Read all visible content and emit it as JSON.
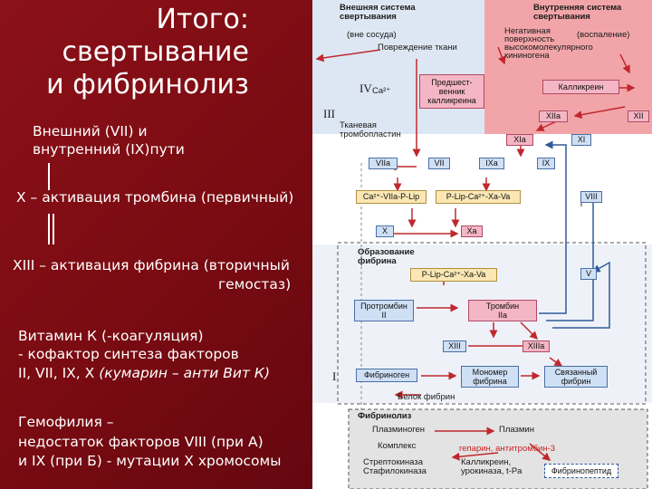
{
  "title": {
    "line1": "Итого:",
    "line2": "свертывание",
    "line3": "и фибринолиз"
  },
  "left": {
    "pathways_line1": "Внешний (VII) и",
    "pathways_line2": "внутренний (IX)пути",
    "x_activation": "X – активация тромбина (первичный)",
    "xiii_line1": "XIII – активация фибрина (вторичный",
    "xiii_line2": "гемостаз)",
    "vitk_line1": "Витамин К (-коагуляция)",
    "vitk_line2": "- кофактор синтеза факторов",
    "vitk_line3_normal": "II, VII, IX, X ",
    "vitk_line3_italic": "(кумарин – анти Вит К)",
    "hemo_line1": "Гемофилия –",
    "hemo_line2": "недостаток факторов VIII (при А)",
    "hemo_line3": "и IX (при Б) - мутации Х хромосомы"
  },
  "diagram": {
    "ext_header1": "Внешняя система",
    "ext_header2": "свертывания",
    "int_header1": "Внутренняя система",
    "int_header2": "свертывания",
    "outside_vessel": "(вне сосуда)",
    "inflammation": "(воспаление)",
    "tissue_damage": "Повреждение ткани",
    "negative_surface": [
      "Негативная",
      "поверхность",
      "высокомолекулярного",
      "кининогена"
    ],
    "prekallikrein": [
      "Предшест-",
      "венник",
      "калликреина"
    ],
    "kallikrein": "Калликреин",
    "roman_iv": "IV",
    "ca": "Ca²⁺",
    "roman_iii": "III",
    "roman_i": "I",
    "tissue_thromboplastin": [
      "Тканевая",
      "тромбопластин"
    ],
    "f_xiia": "XIIa",
    "f_xii": "XII",
    "f_xia": "XIa",
    "f_xi": "XI",
    "f_viia": "VIIa",
    "f_vii": "VII",
    "f_ixa": "IXa",
    "f_ix": "IX",
    "complex_ext": "Ca²⁺-VIIa-P-Lip",
    "complex_int": "P-Lip-Ca²⁺-Xa-Va",
    "f_viii": "VIII",
    "f_x": "X",
    "f_xa": "Xa",
    "fibrin_formation": [
      "Образование",
      "фибрина"
    ],
    "prothrombinase": "P-Lip-Ca²⁺-Xa-Va",
    "f_v": "V",
    "prothrombin": [
      "Протромбин",
      "II"
    ],
    "thrombin": [
      "Тромбин",
      "IIa"
    ],
    "f_xiii": "XIII",
    "f_xiiia": "XIIIa",
    "fibrinogen": "Фибриноген",
    "fibrin_monomer": [
      "Мономер",
      "фибрина"
    ],
    "bound_fibrin": [
      "Связанный",
      "фибрин"
    ],
    "fibrin_protein": "Белок фибрин",
    "fibrinolysis": "Фибринолиз",
    "plasminogen": "Плазминоген",
    "plasmin": "Плазмин",
    "complex": "Комплекс",
    "heparin": "гепарин, антитромбин-3",
    "streptokinase": [
      "Стрептокиназа",
      "Стафилокиназа"
    ],
    "kallikrein_urokinase": [
      "Калликреин,",
      "урокиназа, t-Pa"
    ],
    "fibrinopeptide": "Фибринопептид"
  }
}
